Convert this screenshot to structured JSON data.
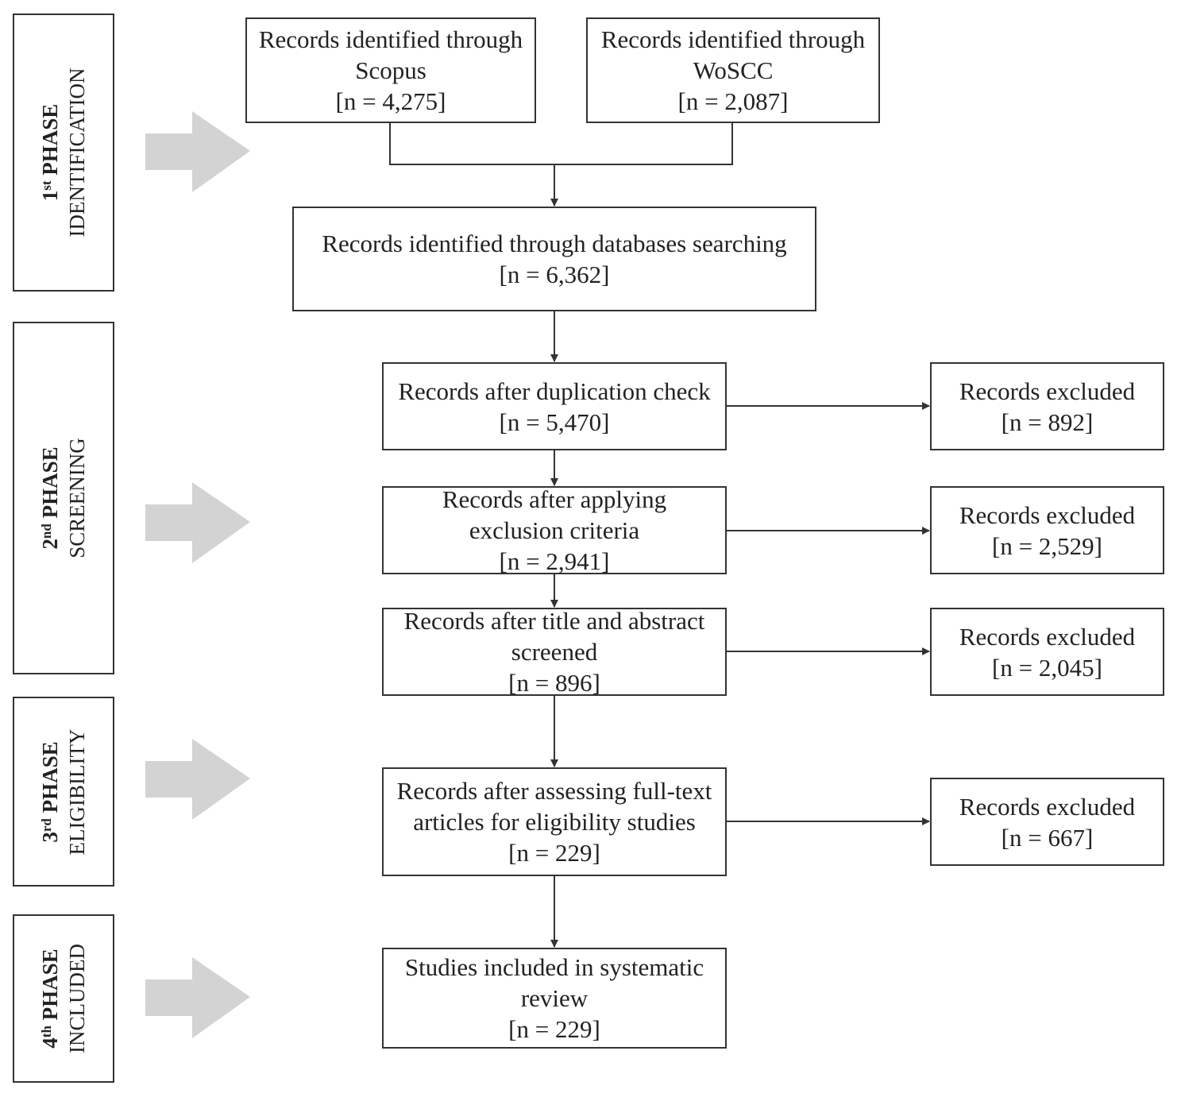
{
  "phases": [
    {
      "num": "1",
      "sup": "st",
      "word": "PHASE",
      "name": "IDENTIFICATION"
    },
    {
      "num": "2",
      "sup": "nd",
      "word": "PHASE",
      "name": "SCREENING"
    },
    {
      "num": "3",
      "sup": "rd",
      "word": "PHASE",
      "name": "ELIGIBILITY"
    },
    {
      "num": "4",
      "sup": "th",
      "word": "PHASE",
      "name": "INCLUDED"
    }
  ],
  "boxes": {
    "scopus": {
      "lines": [
        "Records identified through",
        "Scopus",
        "[n = 4,275]"
      ]
    },
    "woscc": {
      "lines": [
        "Records identified through",
        "WoSCC",
        "[n = 2,087]"
      ]
    },
    "databases": {
      "lines": [
        "Records identified through databases searching",
        "[n = 6,362]"
      ]
    },
    "duplication": {
      "lines": [
        "Records after duplication check",
        "[n = 5,470]"
      ]
    },
    "exclusion": {
      "lines": [
        "Records after applying",
        "exclusion criteria",
        "[n = 2,941]"
      ]
    },
    "title_abstract": {
      "lines": [
        "Records after title and abstract",
        "screened",
        "[n = 896]"
      ]
    },
    "fulltext": {
      "lines": [
        "Records after assessing full-text",
        "articles for eligibility studies",
        "[n = 229]"
      ]
    },
    "included": {
      "lines": [
        "Studies included in systematic",
        "review",
        "[n = 229]"
      ]
    },
    "excluded_1": {
      "lines": [
        "Records excluded",
        "[n = 892]"
      ]
    },
    "excluded_2": {
      "lines": [
        "Records excluded",
        "[n = 2,529]"
      ]
    },
    "excluded_3": {
      "lines": [
        "Records excluded",
        "[n = 2,045]"
      ]
    },
    "excluded_4": {
      "lines": [
        "Records excluded",
        "[n = 667]"
      ]
    }
  },
  "colors": {
    "line": "#333333",
    "phase_arrow": "#d3d3d3"
  }
}
